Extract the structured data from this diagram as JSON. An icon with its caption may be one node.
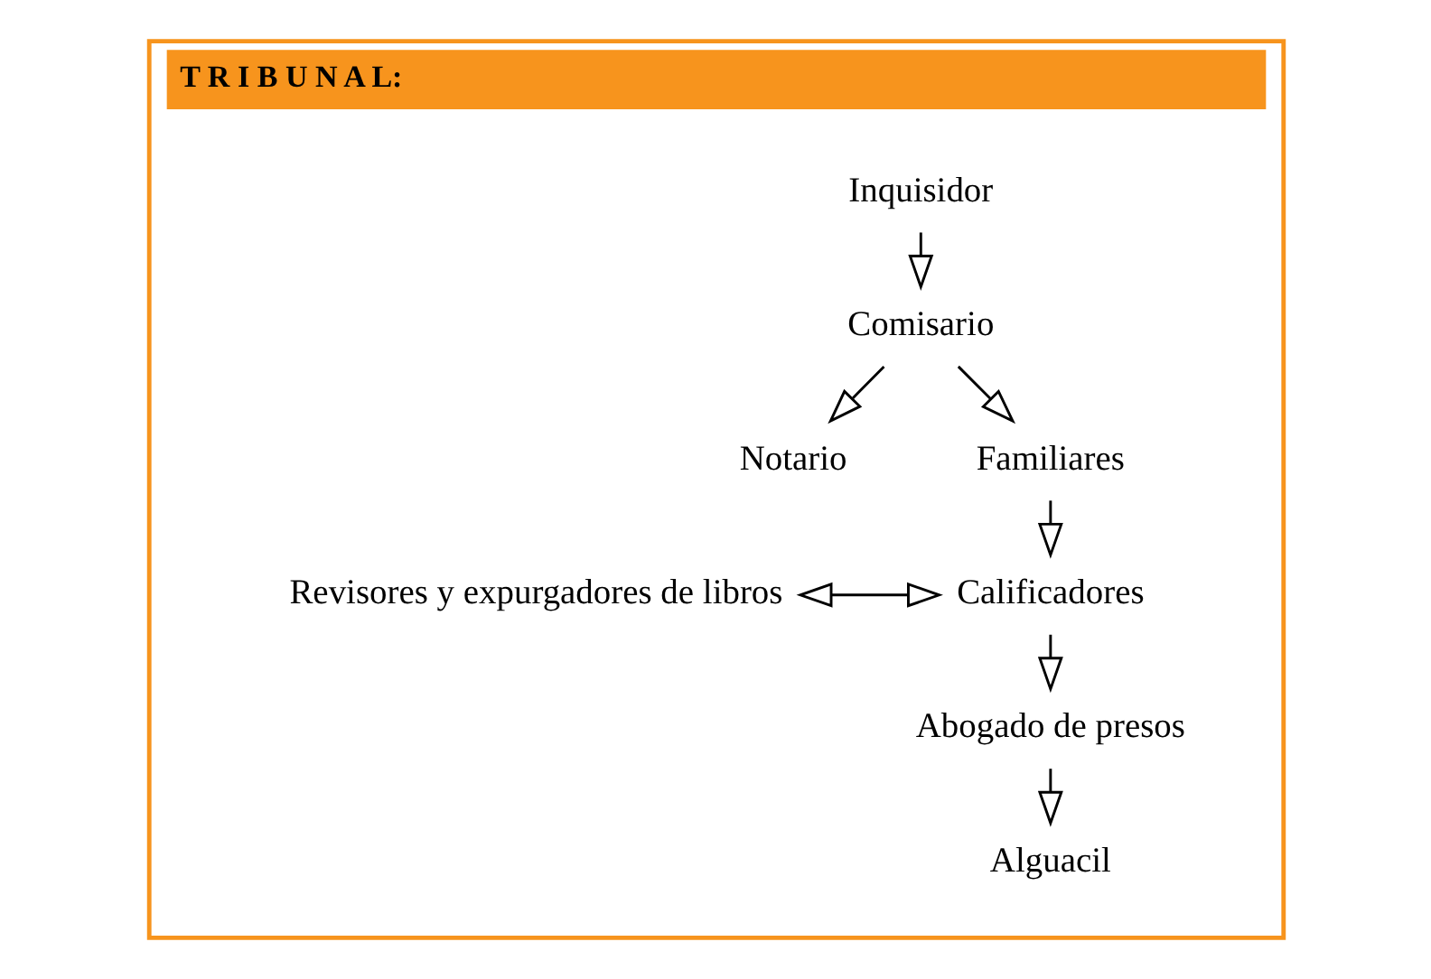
{
  "diagram": {
    "nodes": [
      {
        "text": [
          "T R I B U N A L:"
        ]
      },
      {
        "text": [
          "Inquisidor"
        ],
        "in": 0
      },
      {
        "text": [
          "Comisario"
        ],
        "in": 0
      },
      {
        "text": [
          "Notario"
        ],
        "in": 0
      },
      {
        "text": [
          "Familiares"
        ],
        "in": 0
      },
      {
        "text": [
          "Calificadores"
        ],
        "in": 0
      },
      {
        "text": [
          "Revisores y expurgadores de libros"
        ],
        "in": 0
      },
      {
        "text": [
          "Abogado de presos"
        ],
        "in": 0
      },
      {
        "text": [
          "Alguacil"
        ],
        "in": 0
      }
    ],
    "edges": [
      {
        "from": 1,
        "to": 2,
        "arrow": "to"
      },
      {
        "from": 2,
        "to": 3,
        "arrow": "to"
      },
      {
        "from": 2,
        "to": 4,
        "arrow": "to"
      },
      {
        "from": 4,
        "to": 5,
        "arrow": "to"
      },
      {
        "from": 5,
        "to": 6,
        "arrow": "both"
      },
      {
        "from": 5,
        "to": 7,
        "arrow": "to"
      },
      {
        "from": 7,
        "to": 8,
        "arrow": "to"
      }
    ]
  }
}
